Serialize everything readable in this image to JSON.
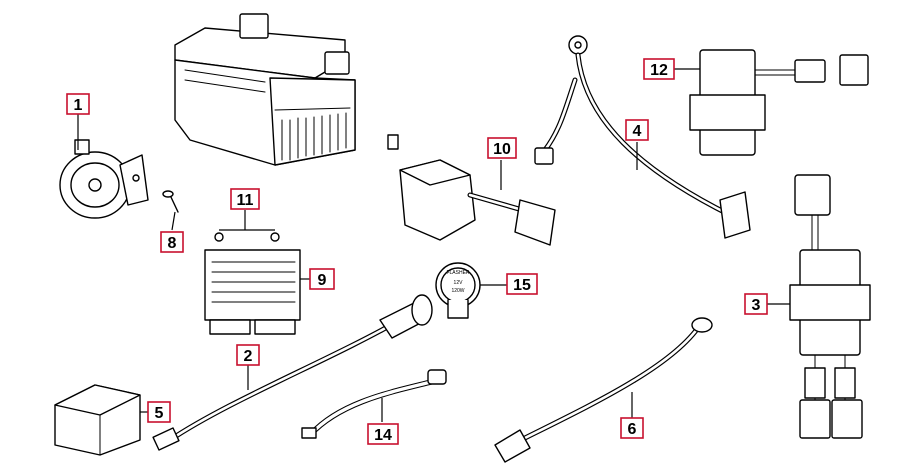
{
  "callouts": [
    {
      "id": "1",
      "text": "1"
    },
    {
      "id": "2",
      "text": "2"
    },
    {
      "id": "3",
      "text": "3"
    },
    {
      "id": "4",
      "text": "4"
    },
    {
      "id": "5",
      "text": "5"
    },
    {
      "id": "6",
      "text": "6"
    },
    {
      "id": "8",
      "text": "8"
    },
    {
      "id": "9",
      "text": "9"
    },
    {
      "id": "10",
      "text": "10"
    },
    {
      "id": "11",
      "text": "11"
    },
    {
      "id": "12",
      "text": "12"
    },
    {
      "id": "14",
      "text": "14"
    },
    {
      "id": "15",
      "text": "15"
    }
  ],
  "flasher_label": {
    "line1": "12V",
    "line2": "120W"
  },
  "flasher_ring_text": "FLASHER",
  "colors": {
    "callout_border": "#c8102e",
    "line": "#000000",
    "background": "#ffffff"
  }
}
